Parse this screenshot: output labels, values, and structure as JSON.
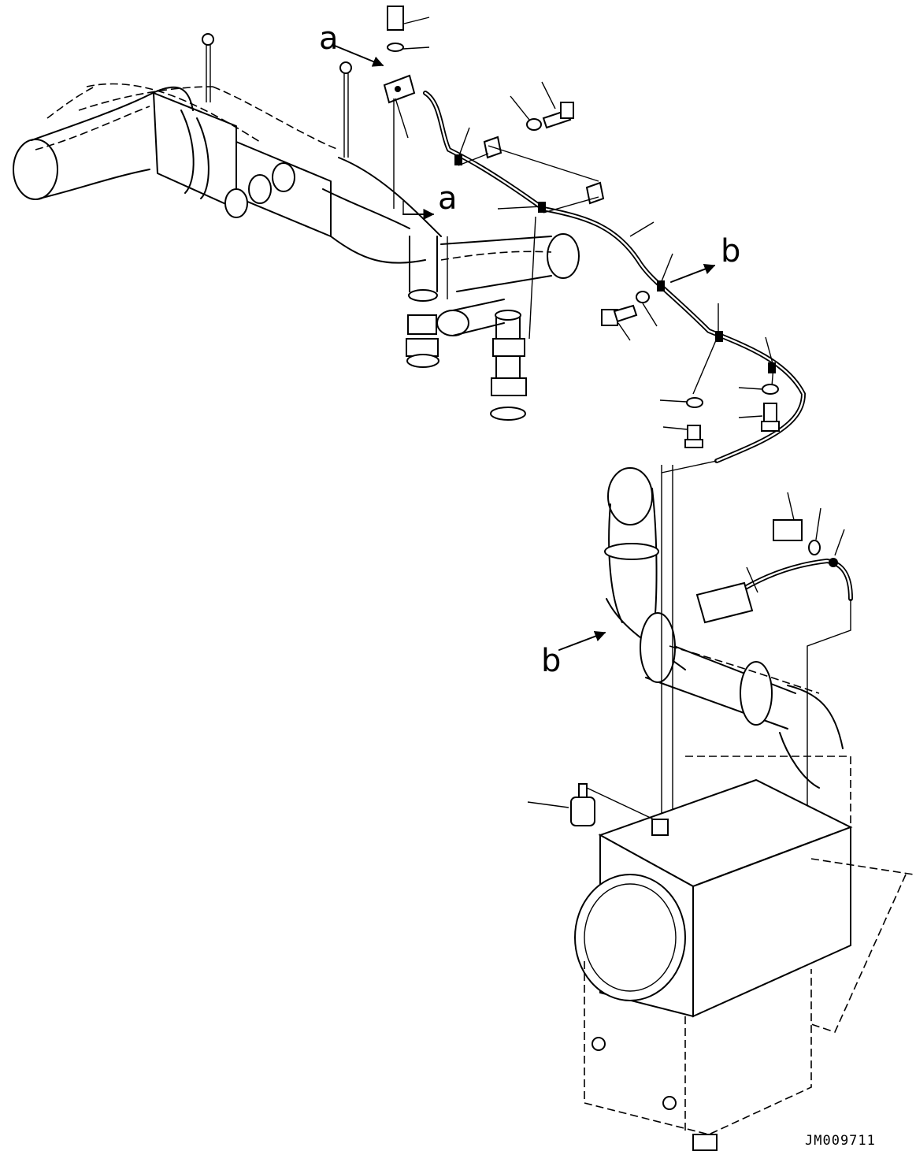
{
  "view_labels": {
    "a_top": "a",
    "a_mid": "a",
    "b_right": "b",
    "b_left": "b"
  },
  "drawing_code": "JM009711"
}
